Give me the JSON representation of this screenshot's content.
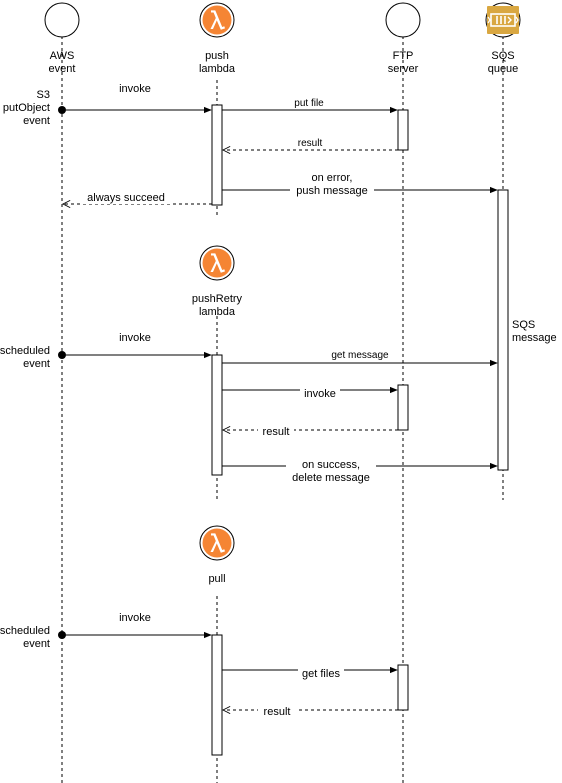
{
  "participants": {
    "aws_event": "AWS\nevent",
    "push_lambda": "push\nlambda",
    "ftp_server": "FTP\nserver",
    "sqs_queue": "SQS\nqueue",
    "push_retry_lambda": "pushRetry\nlambda",
    "pull": "pull"
  },
  "triggers": {
    "s3_put": "S3\nputObject\nevent",
    "scheduled_1": "scheduled\nevent",
    "scheduled_2": "scheduled\nevent"
  },
  "messages": {
    "invoke_push": "invoke",
    "put_file": "put file",
    "result_1": "result",
    "on_error": "on error,\npush message",
    "always_succeed": "always succeed",
    "sqs_message": "SQS\nmessage",
    "invoke_retry": "invoke",
    "get_message": "get message",
    "invoke_ftp": "invoke",
    "result_2": "result",
    "on_success": "on success,\ndelete message",
    "invoke_pull": "invoke",
    "get_files": "get files",
    "result_3": "result"
  },
  "icons": {
    "lambda": "lambda-icon",
    "sqs": "sqs-queue-icon"
  },
  "colors": {
    "lambda_orange": "#F58534",
    "sqs_orange": "#D9A741",
    "line": "#000000"
  }
}
